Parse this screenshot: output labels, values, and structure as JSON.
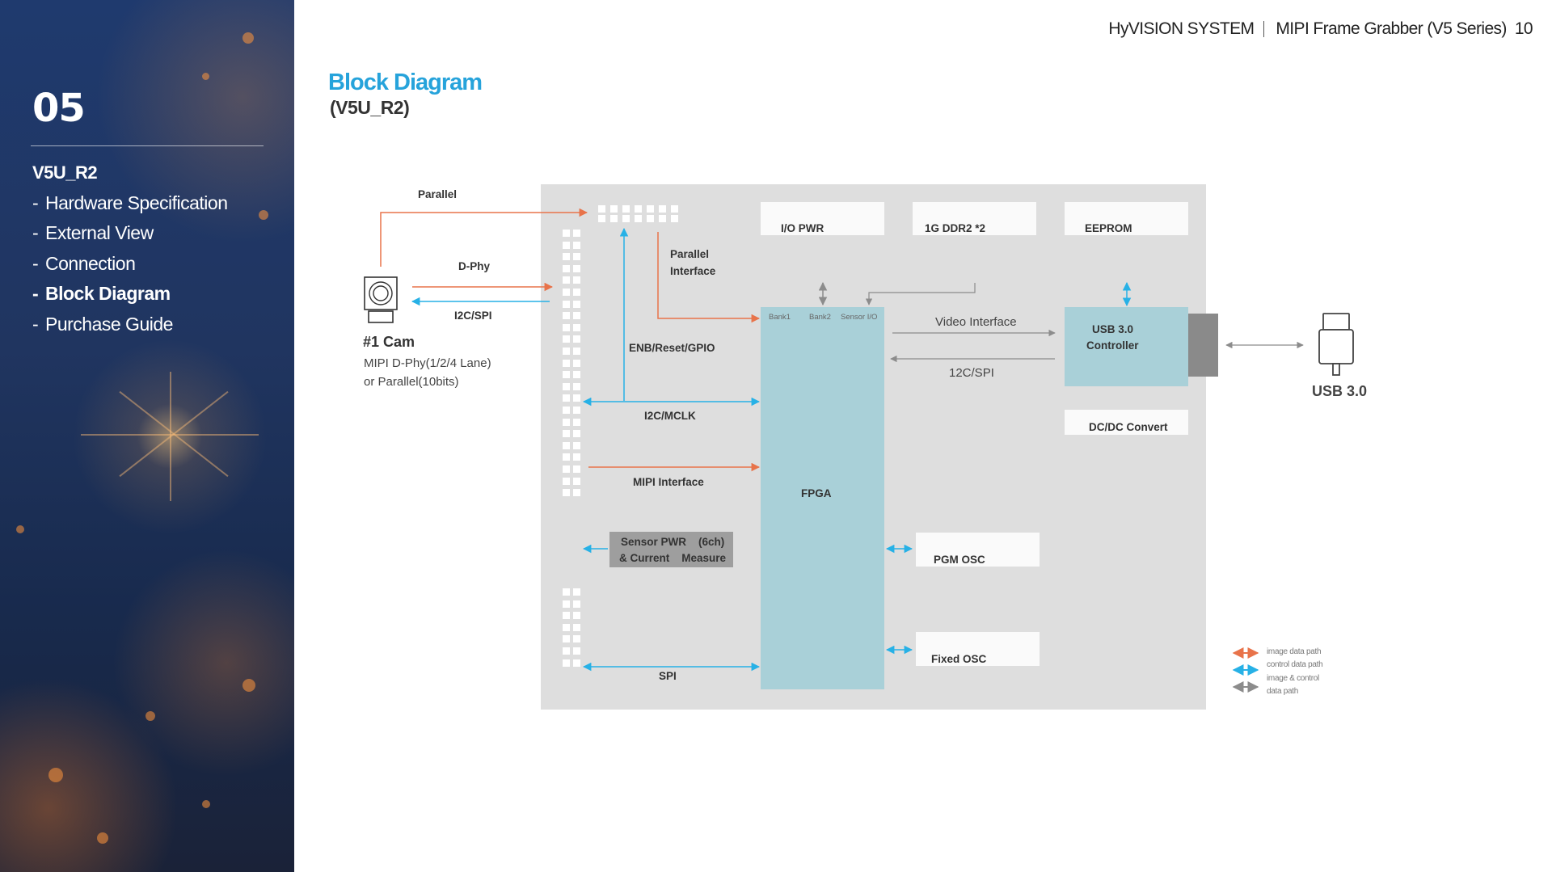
{
  "sidebar": {
    "section_number": "05",
    "items": [
      {
        "label": "V5U_R2",
        "prefix": ""
      },
      {
        "label": "Hardware Specification",
        "prefix": "-"
      },
      {
        "label": "External View",
        "prefix": "-"
      },
      {
        "label": "Connection",
        "prefix": "-"
      },
      {
        "label": "Block Diagram",
        "prefix": "-"
      },
      {
        "label": "Purchase Guide",
        "prefix": "-"
      }
    ],
    "active_item": "Block Diagram"
  },
  "header": {
    "company": "HyVISION SYSTEM",
    "doc_title": "MIPI Frame Grabber (V5 Series)",
    "page_number": "10"
  },
  "title": "Block Diagram",
  "subtitle": "(V5U_R2)",
  "diagram": {
    "camera": {
      "name": "#1 Cam",
      "desc_line1": "MIPI D-Phy(1/2/4  Lane)",
      "desc_line2": "or Parallel(10bits)",
      "icon": "camera-icon"
    },
    "links": {
      "parallel": "Parallel",
      "dphy": "D-Phy",
      "i2cspi": "I2C/SPI",
      "parallel_interface_1": "Parallel",
      "parallel_interface_2": "Interface",
      "enb": "ENB/Reset/GPIO",
      "i2c_mclk": "I2C/MCLK",
      "mipi_interface": "MIPI Interface",
      "spi": "SPI",
      "video_interface": "Video Interface",
      "i2c_spi_usb": "12C/SPI"
    },
    "blocks": {
      "io_pwr": "I/O PWR",
      "ddr": "1G DDR2 *2",
      "eeprom": "EEPROM",
      "usb_controller_1": "USB 3.0",
      "usb_controller_2": "Controller",
      "dcdc": "DC/DC Convert",
      "fpga": "FPGA",
      "pgm_osc": "PGM OSC",
      "fixed_osc": "Fixed OSC",
      "sensor_pwr_1": "Sensor PWR    (6ch)",
      "sensor_pwr_2": "& Current    Measure",
      "bank1": "Bank1",
      "bank2": "Bank2",
      "sensor_io": "Sensor I/O"
    },
    "usb_port": {
      "label": "USB 3.0",
      "icon": "usb-plug-icon"
    },
    "legend": [
      {
        "line1": "image data path",
        "line2": "",
        "color": "#e8734a"
      },
      {
        "line1": "control data path",
        "line2": "",
        "color": "#27b1e6"
      },
      {
        "line1": "image & control",
        "line2": "data path",
        "color": "#8c8c8c"
      }
    ],
    "colors": {
      "image_path": "#e8734a",
      "control_path": "#27b1e6",
      "mixed_path": "#8c8c8c",
      "fpga_fill": "#a9d0d8",
      "board_fill": "#dedede"
    }
  }
}
